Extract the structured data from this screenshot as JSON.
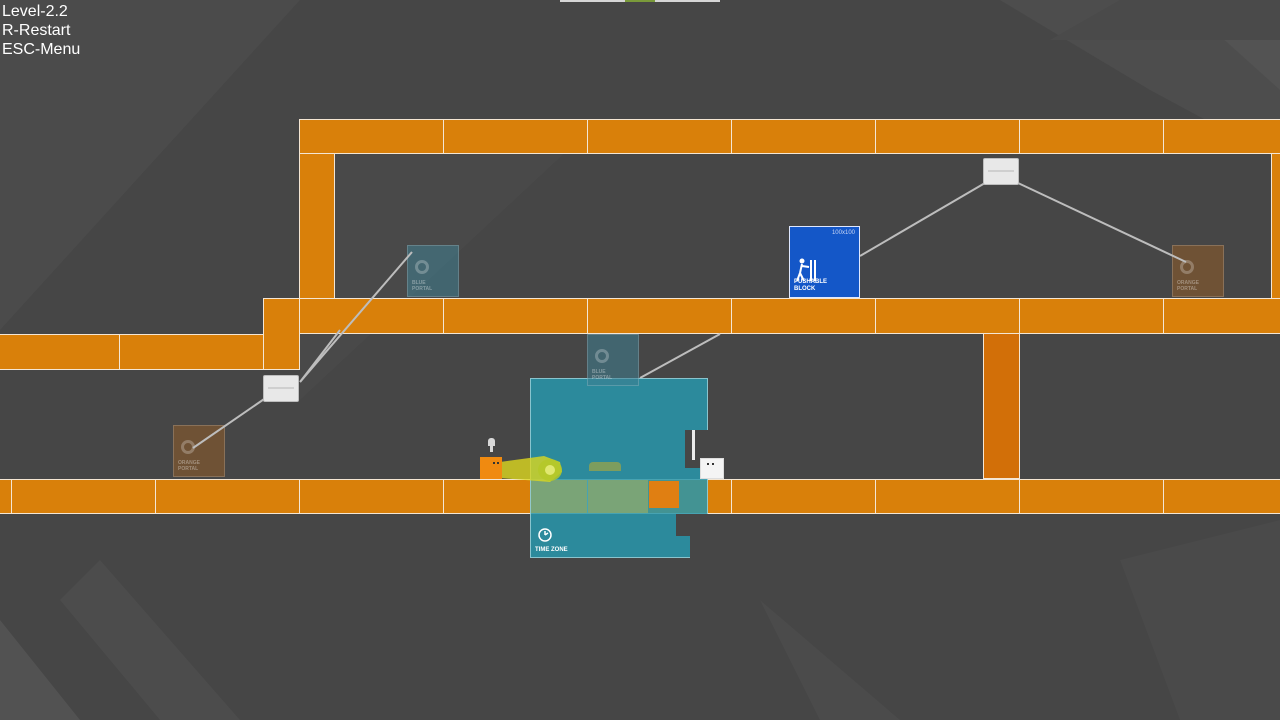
{
  "hud": {
    "level": "Level-2.2",
    "restart": "R-Restart",
    "menu": "ESC-Menu"
  },
  "colors": {
    "background": "#464646",
    "platform": "#d9800a",
    "platform_border": "#f4e6d4",
    "time_zone": "#2896ac",
    "pushable_block": "#1457c8",
    "player": "#f08a10",
    "portal_blue": "#3f7f92",
    "portal_orange": "#8a5a2a"
  },
  "portals": {
    "blue_label": "BLUE\nPORTAL",
    "orange_label": "ORANGE\nPORTAL"
  },
  "pushable_block": {
    "size_label": "100x100",
    "label": "PUSHABLE\nBLOCK",
    "icon": "person-pushing-icon"
  },
  "time_zone": {
    "label": "TIME ZONE",
    "icon": "clock-icon"
  },
  "player": {
    "icon": "orange-cube-character"
  },
  "companion": {
    "icon": "white-cube-character"
  }
}
